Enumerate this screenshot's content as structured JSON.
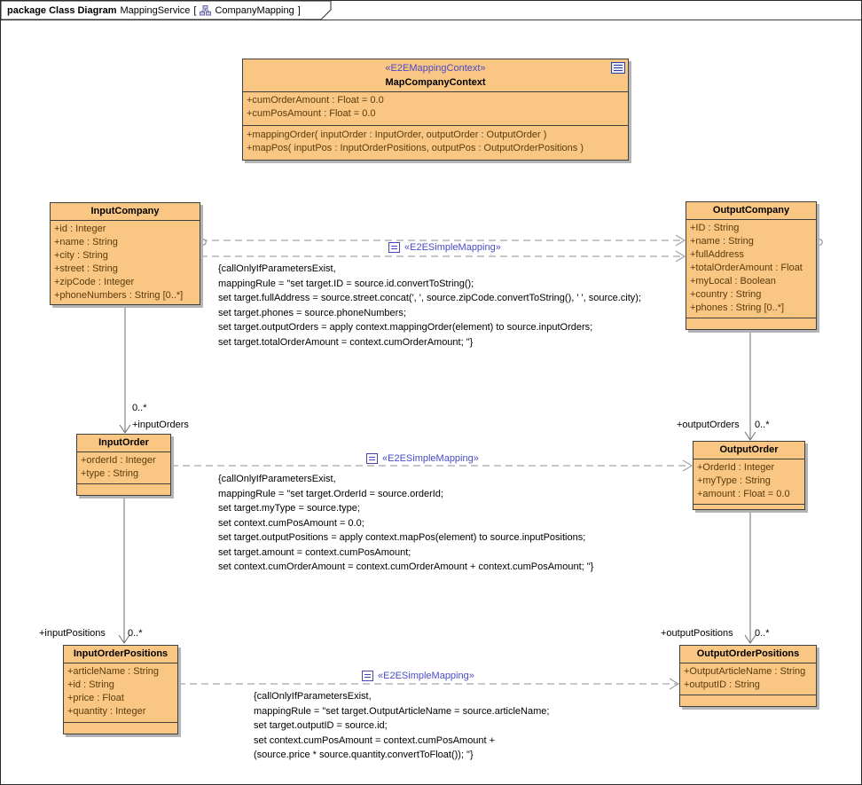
{
  "frame": {
    "type_label": "package Class Diagram",
    "owner_label": "MappingService",
    "bracket_open": "[",
    "diagram_name": "CompanyMapping",
    "bracket_close": "]"
  },
  "icons": {
    "tab_icon": "class-diagram-icon",
    "context_badge": "mapping-context-icon",
    "mapping_label_icon": "simple-mapping-icon"
  },
  "colors": {
    "class_fill": "#F9C683",
    "class_border": "#3F3F3F",
    "attribute_text": "#5A3C0C",
    "stereotype_text": "#4B4BC7",
    "connector_gray": "#8C8C8C",
    "association_gray": "#6E6E6E",
    "rule_text": "#000000"
  },
  "context_class": {
    "stereotype": "«E2EMappingContext»",
    "name": "MapCompanyContext",
    "attributes": [
      "+cumOrderAmount : Float = 0.0",
      "+cumPosAmount : Float = 0.0"
    ],
    "operations": [
      "+mappingOrder( inputOrder : InputOrder, outputOrder : OutputOrder )",
      "+mapPos( inputPos : InputOrderPositions, outputPos : OutputOrderPositions )"
    ]
  },
  "classes": [
    {
      "name": "InputCompany",
      "attributes": [
        "+id : Integer",
        "+name : String",
        "+city : String",
        "+street : String",
        "+zipCode : Integer",
        "+phoneNumbers : String [0..*]"
      ]
    },
    {
      "name": "OutputCompany",
      "attributes": [
        "+ID : String",
        "+name : String",
        "+fullAddress",
        "+totalOrderAmount : Float",
        "+myLocal : Boolean",
        "+country : String",
        "+phones : String [0..*]"
      ]
    },
    {
      "name": "InputOrder",
      "attributes": [
        "+orderId : Integer",
        "+type : String"
      ]
    },
    {
      "name": "OutputOrder",
      "attributes": [
        "+OrderId : Integer",
        "+myType : String",
        "+amount : Float = 0.0"
      ]
    },
    {
      "name": "InputOrderPositions",
      "attributes": [
        "+articleName : String",
        "+id : String",
        "+price : Float",
        "+quantity : Integer"
      ]
    },
    {
      "name": "OutputOrderPositions",
      "attributes": [
        "+OutputArticleName : String",
        "+outputID : String"
      ]
    }
  ],
  "mappings": [
    {
      "stereotype": "«E2ESimpleMapping»",
      "rule_lines": [
        "{callOnlyIfParametersExist,",
        "mappingRule = \"set target.ID = source.id.convertToString();",
        "set target.fullAddress = source.street.concat(', ', source.zipCode.convertToString(), ' ', source.city);",
        "set target.phones = source.phoneNumbers;",
        "set target.outputOrders = apply context.mappingOrder(element) to source.inputOrders;",
        "set target.totalOrderAmount = context.cumOrderAmount; \"}"
      ]
    },
    {
      "stereotype": "«E2ESimpleMapping»",
      "rule_lines": [
        "{callOnlyIfParametersExist,",
        "mappingRule = \"set target.OrderId = source.orderId;",
        "set target.myType = source.type;",
        "set context.cumPosAmount = 0.0;",
        "set target.outputPositions = apply context.mapPos(element) to source.inputPositions;",
        "set target.amount = context.cumPosAmount;",
        "set context.cumOrderAmount = context.cumOrderAmount + context.cumPosAmount; \"}"
      ]
    },
    {
      "stereotype": "«E2ESimpleMapping»",
      "rule_lines": [
        "{callOnlyIfParametersExist,",
        "mappingRule = \"set target.OutputArticleName = source.articleName;",
        "set target.outputID = source.id;",
        "set context.cumPosAmount = context.cumPosAmount +",
        "(source.price * source.quantity.convertToFloat()); \"}"
      ]
    }
  ],
  "associations": [
    {
      "multiplicity": "0..*",
      "role": "+inputOrders"
    },
    {
      "role": "+outputOrders",
      "multiplicity": "0..*"
    },
    {
      "role": "+inputPositions",
      "multiplicity": "0..*"
    },
    {
      "role": "+outputPositions",
      "multiplicity": "0..*"
    }
  ]
}
